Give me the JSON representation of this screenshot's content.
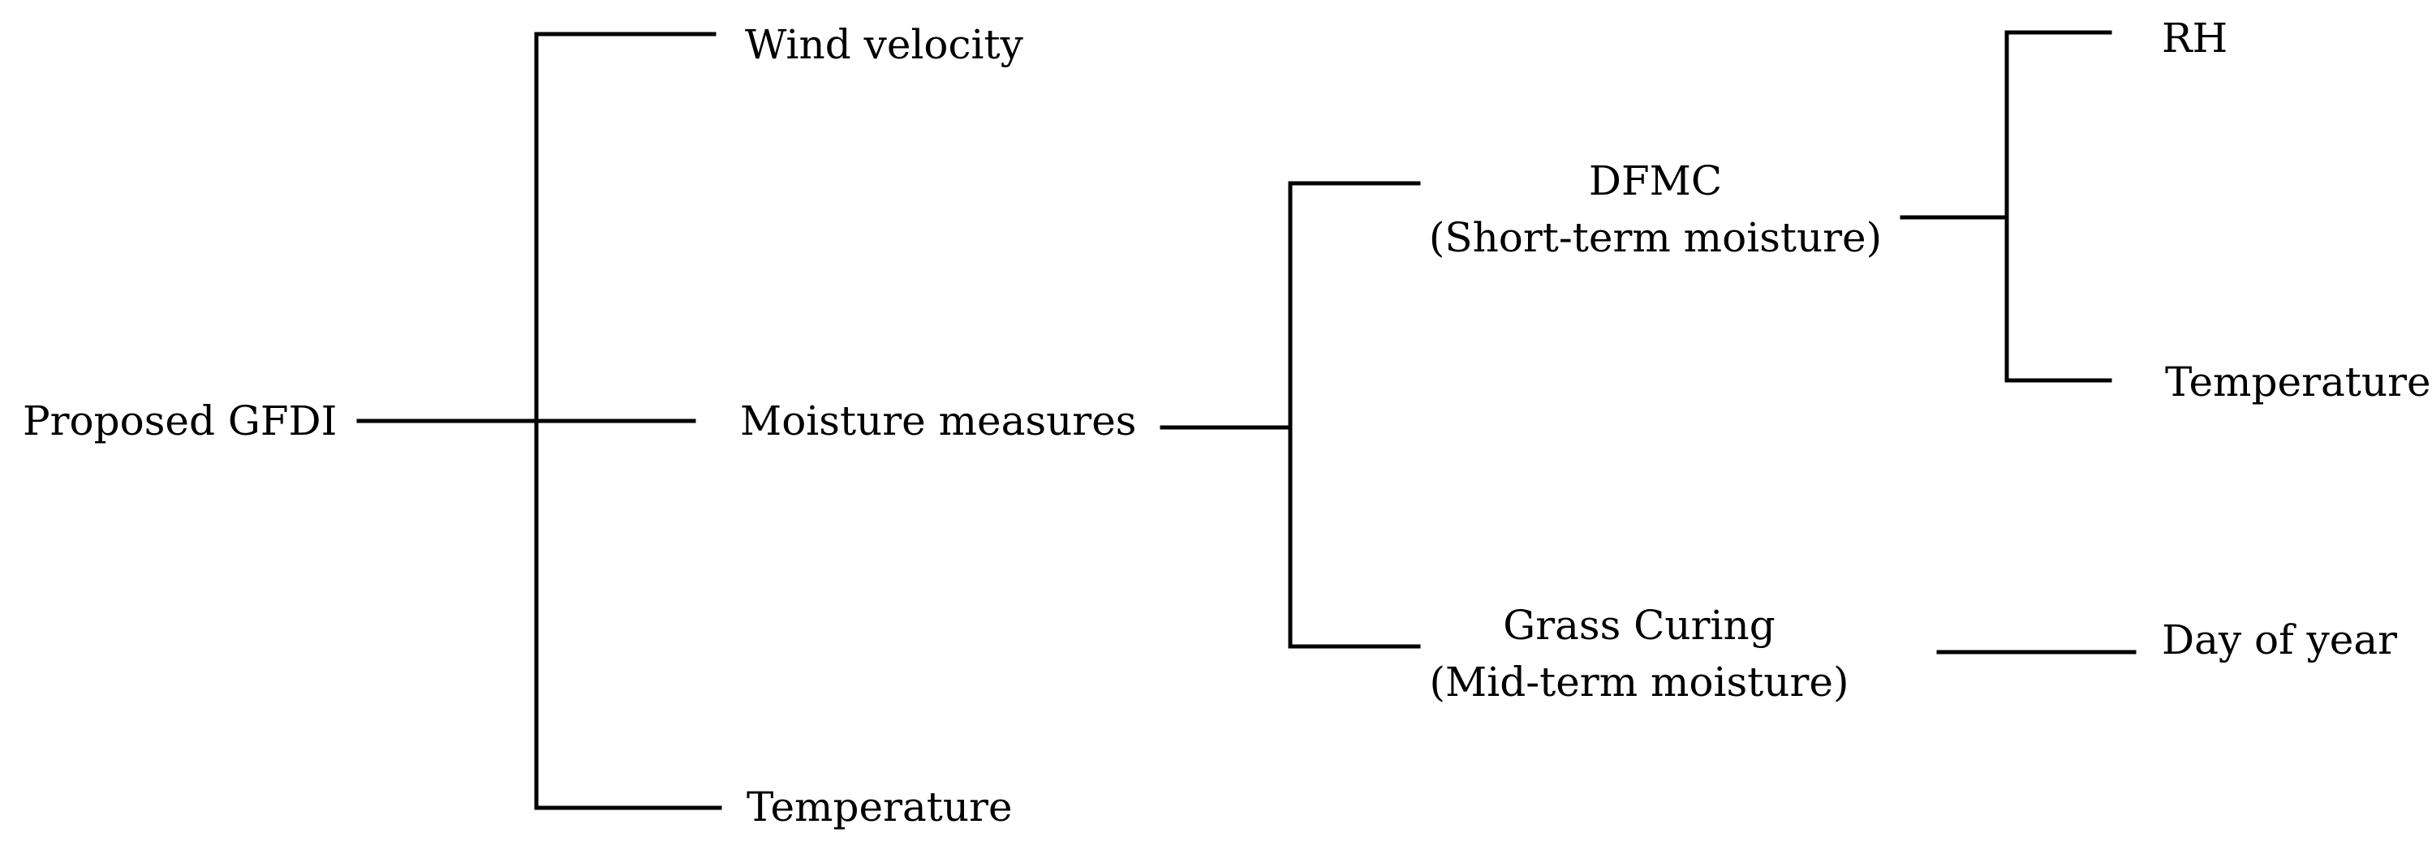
{
  "root": {
    "label": "Proposed GFDI"
  },
  "level1": {
    "wind": "Wind velocity",
    "moisture": "Moisture measures",
    "temperature": "Temperature"
  },
  "level2": {
    "dfmc": {
      "title": "DFMC",
      "subtitle": "(Short-term moisture)"
    },
    "grass": {
      "title": "Grass Curing",
      "subtitle": "(Mid-term moisture)"
    }
  },
  "level3": {
    "rh": "RH",
    "temperature": "Temperature",
    "day_of_year": "Day of year"
  }
}
